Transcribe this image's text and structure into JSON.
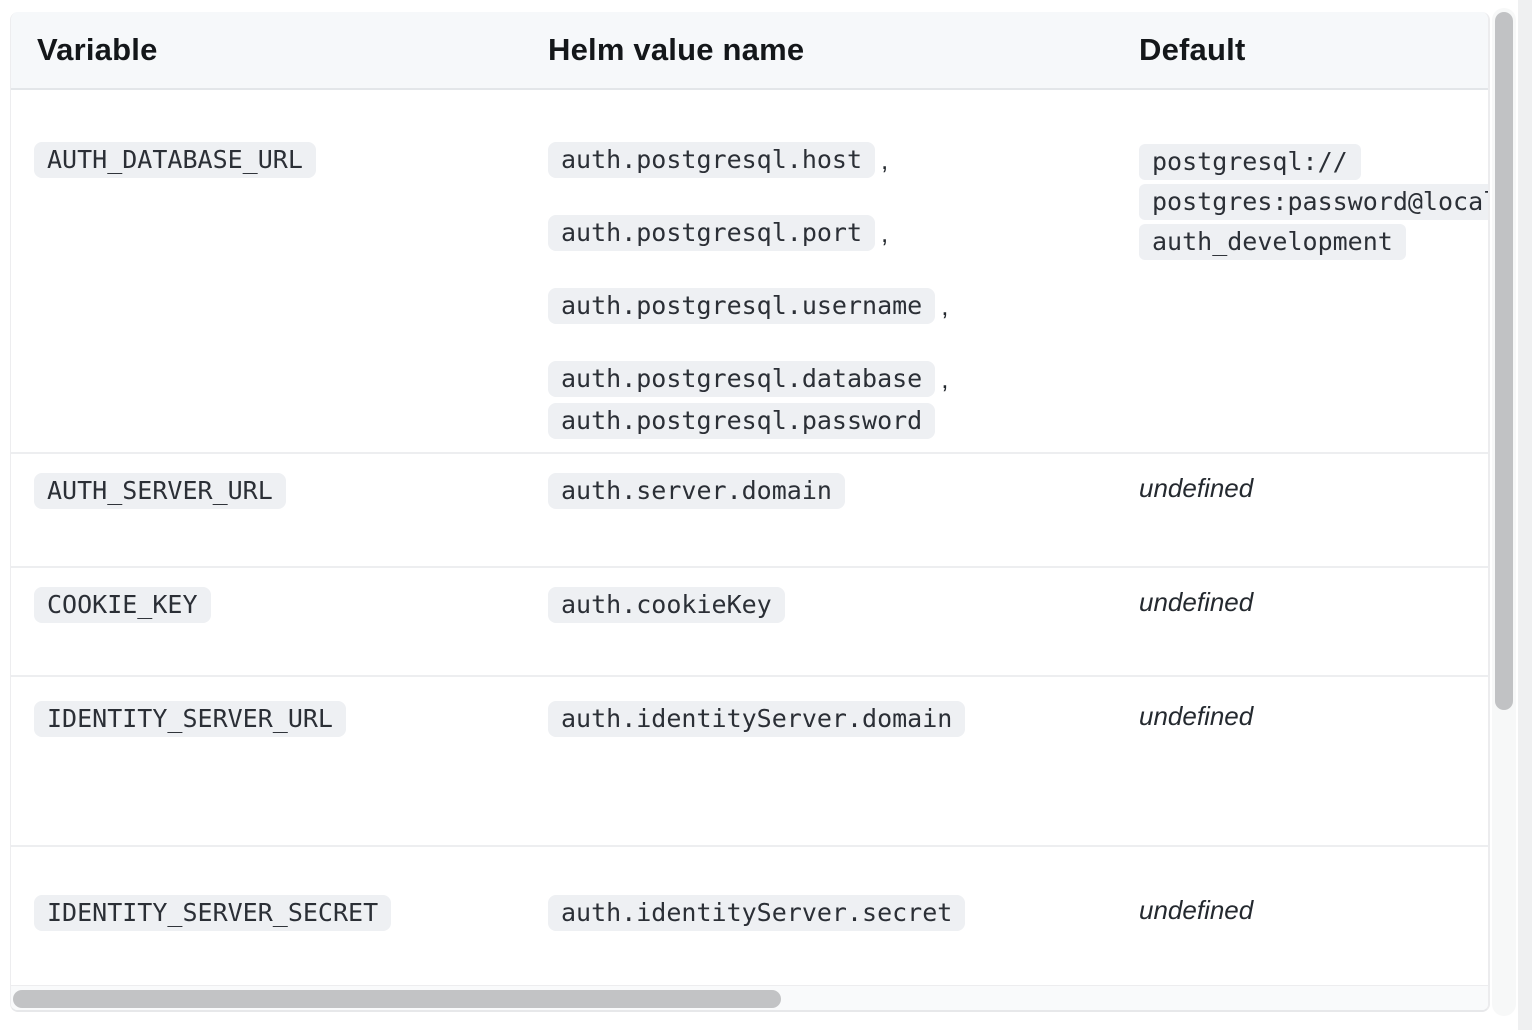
{
  "colors": {
    "header_bg": "#f6f8fa",
    "chip_bg": "#eef0f3",
    "text": "#24292f",
    "row_border": "#edeef0",
    "scroll_thumb": "#c1c2c4"
  },
  "table": {
    "headers": [
      {
        "label": "Variable"
      },
      {
        "label": "Helm value name"
      },
      {
        "label": "Default"
      }
    ],
    "rows": [
      {
        "variable": "AUTH_DATABASE_URL",
        "helm_lines": [
          {
            "code": "auth.postgresql.host",
            "suffix": ","
          },
          {
            "code": "auth.postgresql.port",
            "suffix": ","
          },
          {
            "code": "auth.postgresql.username",
            "suffix": ","
          },
          {
            "code": "auth.postgresql.database",
            "suffix": ","
          },
          {
            "code": "auth.postgresql.password",
            "suffix": ""
          }
        ],
        "default_code_lines": [
          "postgresql://",
          "postgres:password@local",
          "auth_development"
        ]
      },
      {
        "variable": "AUTH_SERVER_URL",
        "helm_lines": [
          {
            "code": "auth.server.domain",
            "suffix": ""
          }
        ],
        "default_text": "undefined"
      },
      {
        "variable": "COOKIE_KEY",
        "helm_lines": [
          {
            "code": "auth.cookieKey",
            "suffix": ""
          }
        ],
        "default_text": "undefined"
      },
      {
        "variable": "IDENTITY_SERVER_URL",
        "helm_lines": [
          {
            "code": "auth.identityServer.domain",
            "suffix": ""
          }
        ],
        "default_text": "undefined"
      },
      {
        "variable": "IDENTITY_SERVER_SECRET",
        "helm_lines": [
          {
            "code": "auth.identityServer.secret",
            "suffix": ""
          }
        ],
        "default_text": "undefined"
      }
    ]
  }
}
